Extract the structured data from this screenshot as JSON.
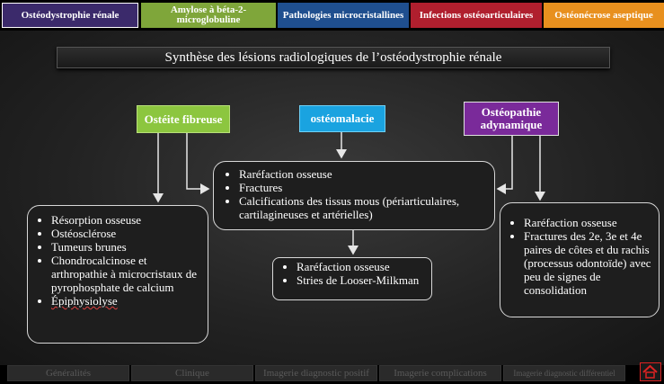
{
  "tabs": [
    {
      "label": "Ostéodystrophie rénale",
      "color": "#3b2a6b"
    },
    {
      "label": "Amylose à béta-2-microglobuline",
      "color": "#7fa63a"
    },
    {
      "label": "Pathologies microcristallines",
      "color": "#1f4f8f"
    },
    {
      "label": "Infections ostéoarticulaires",
      "color": "#b01f2e"
    },
    {
      "label": "Ostéonécrose aseptique",
      "color": "#e8901e"
    }
  ],
  "slide": {
    "title": "Synthèse des lésions radiologiques de l’ostéodystrophie rénale",
    "headers": {
      "osteite": {
        "label": "Ostéite fibreuse",
        "color": "#8cc63f"
      },
      "osteomalacie": {
        "label": "ostéomalacie",
        "color": "#1aa3e0"
      },
      "adynamique": {
        "label": "Ostéopathie adynamique",
        "color": "#7a2a9a"
      }
    },
    "center_box": {
      "items": [
        "Raréfaction osseuse",
        "Fractures",
        "Calcifications des tissus mous (périarticulaires, cartilagineuses et artérielles)"
      ]
    },
    "left_box": {
      "items": [
        "Résorption osseuse",
        "Ostéosclérose",
        "Tumeurs brunes",
        "Chondrocalcinose et arthropathie à microcristaux de pyrophosphate de calcium",
        "Épiphysiolyse"
      ]
    },
    "middle_box": {
      "items": [
        "Raréfaction osseuse",
        "Stries de Looser-Milkman"
      ]
    },
    "right_box": {
      "items": [
        "Raréfaction osseuse",
        "Fractures des 2e, 3e et 4e paires de côtes et du rachis (processus odontoïde) avec peu de signes de consolidation"
      ]
    }
  },
  "bottom_nav": [
    "Généralités",
    "Clinique",
    "Imagerie diagnostic positif",
    "Imagerie complications",
    "Imagerie diagnostic différentiel"
  ],
  "home_icon": "home-icon",
  "accent": "#d22222"
}
